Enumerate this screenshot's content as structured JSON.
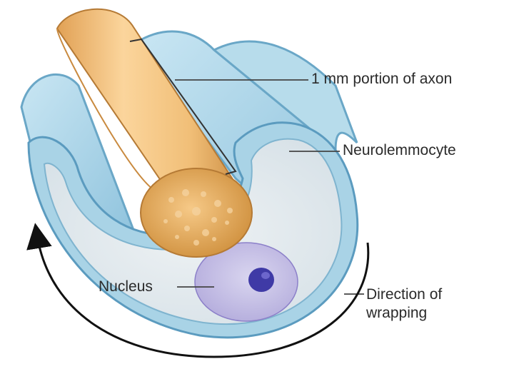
{
  "labels": {
    "axon_portion": "1 mm portion of axon",
    "neurolemmocyte": "Neurolemmocyte",
    "nucleus": "Nucleus",
    "direction_line1": "Direction of",
    "direction_line2": "wrapping"
  },
  "colors": {
    "sheath_outer": "#a9d3e6",
    "sheath_edge": "#6aa7c7",
    "cytoplasm": "#e3e9ee",
    "axon_body": "#f3c27e",
    "axon_shadow": "#d89a4a",
    "axon_end": "#e0a45c",
    "nucleus_cell": "#c6bde6",
    "nucleus_core": "#3f3aa6",
    "leader": "#444444",
    "arrow": "#111111"
  }
}
